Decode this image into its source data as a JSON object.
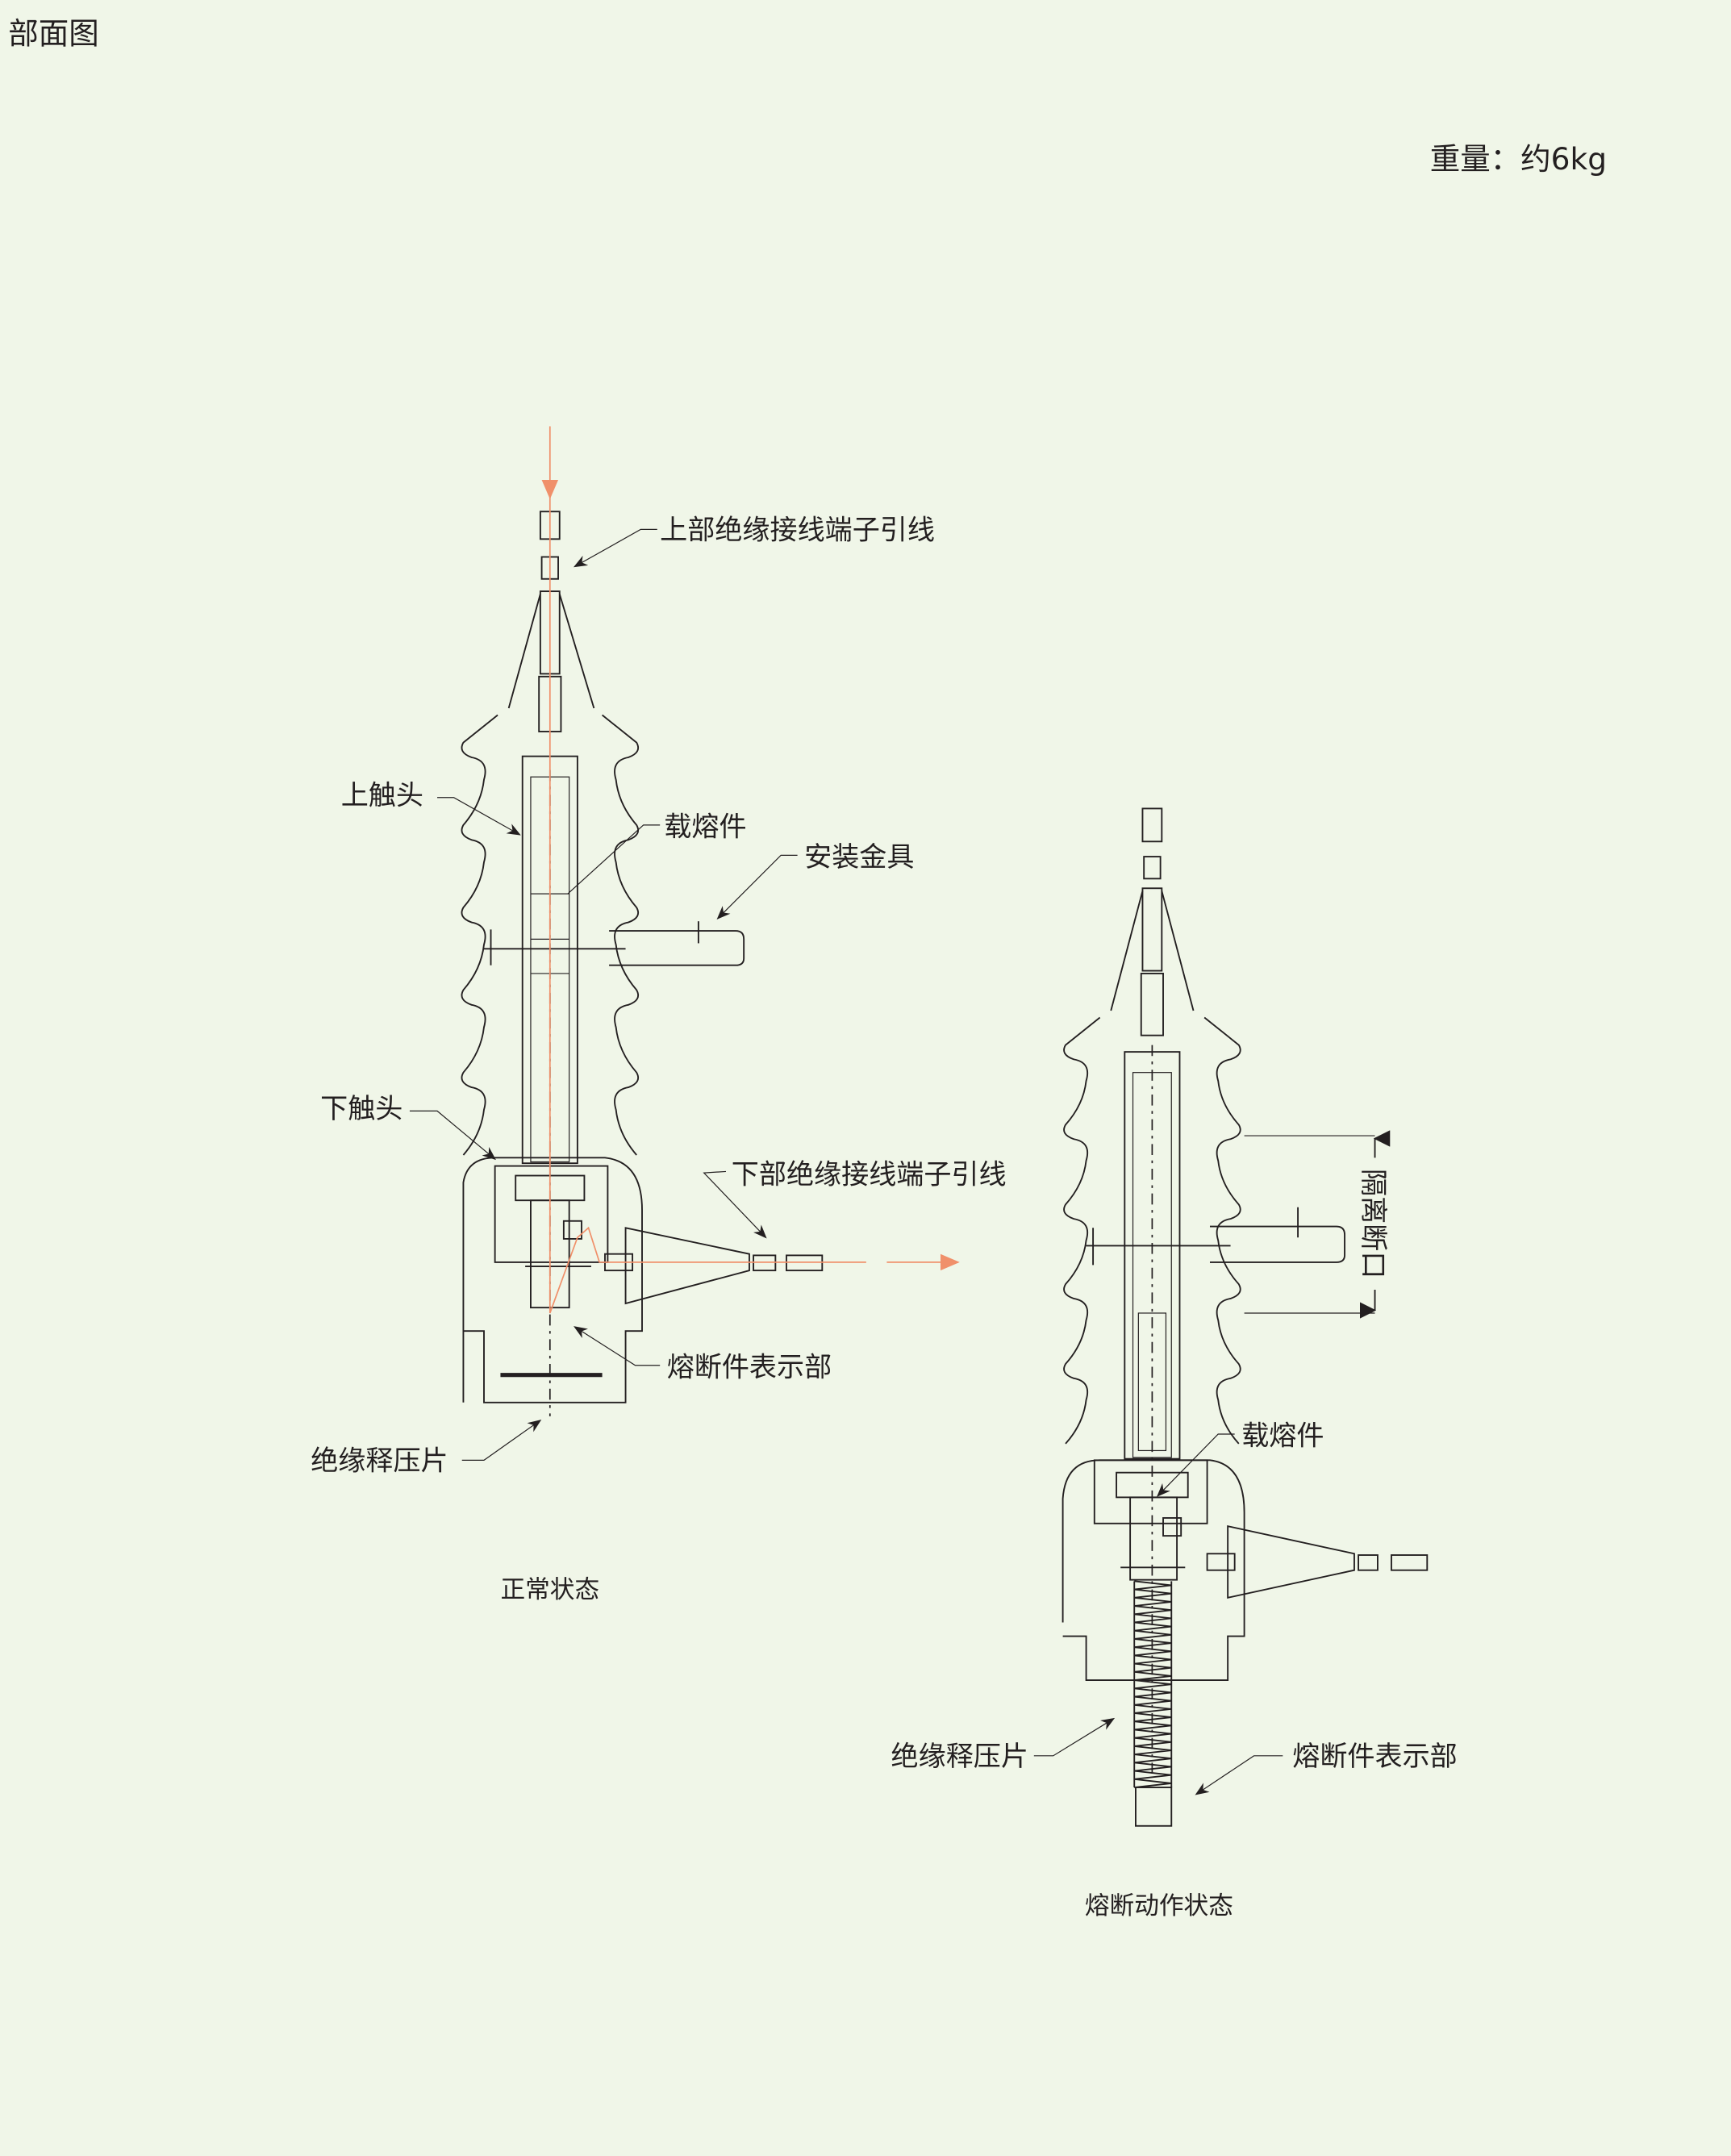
{
  "page_title": "部面图",
  "weight": "重量：约6kg",
  "colors": {
    "background": "#f0f6e8",
    "line": "#231f20",
    "current_arrow": "#f0906a"
  },
  "normal_state": {
    "caption": "正常状态",
    "labels": {
      "upper_terminal": "上部绝缘接线端子引线",
      "upper_contact": "上触头",
      "fuse_carrier": "载熔件",
      "mounting_bracket": "安装金具",
      "lower_contact": "下触头",
      "lower_terminal": "下部绝缘接线端子引线",
      "fuse_indicator": "熔断件表示部",
      "pressure_relief": "绝缘释压片"
    }
  },
  "blown_state": {
    "caption": "熔断动作状态",
    "labels": {
      "fuse_carrier": "载熔件",
      "pressure_relief": "绝缘释压片",
      "fuse_indicator": "熔断件表示部",
      "isolation_gap": "隔离断口"
    }
  }
}
